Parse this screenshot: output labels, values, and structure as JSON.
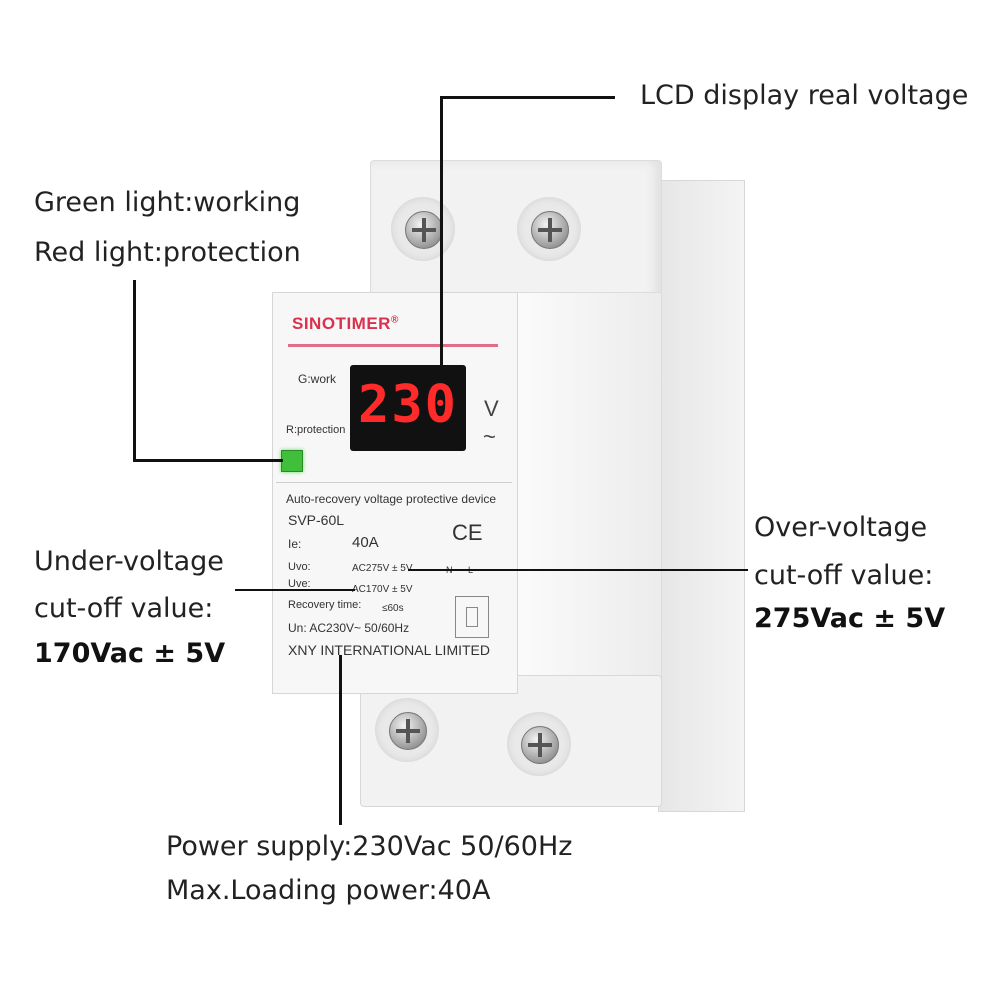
{
  "annotations": {
    "lcd_label": "LCD display real voltage",
    "light_green": "Green light:working",
    "light_red": "Red light:protection",
    "over_voltage_1": "Over-voltage",
    "over_voltage_2": "cut-off value:",
    "over_voltage_value": "275Vac ± 5V",
    "under_voltage_1": "Under-voltage",
    "under_voltage_2": "cut-off value:",
    "under_voltage_value": "170Vac ± 5V",
    "power_supply": "Power supply:230Vac 50/60Hz",
    "max_loading": "Max.Loading power:40A"
  },
  "device": {
    "brand": "SINOTIMER",
    "brand_mark": "®",
    "g_work": "G:work",
    "r_protection": "R:protection",
    "display_value": "230",
    "unit": "V",
    "unit_ac": "~",
    "description": "Auto-recovery voltage protective device",
    "model": "SVP-60L",
    "ie_label": "Ie:",
    "ie_value": "40A",
    "ce": "CE",
    "uvo_label": "Uvo:",
    "uvo_value": "AC275V ± 5V",
    "uve_label": "Uve:",
    "uve_value": "AC170V ± 5V",
    "recovery_label": "Recovery time:",
    "recovery_value": "≤60s",
    "un": "Un: AC230V~ 50/60Hz",
    "n_label": "N",
    "l_label": "L",
    "maker": "XNY INTERNATIONAL LIMITED"
  },
  "colors": {
    "brand": "#d9314e",
    "lcd_digits": "#ff2b2b",
    "led": "#3fbf3a"
  }
}
